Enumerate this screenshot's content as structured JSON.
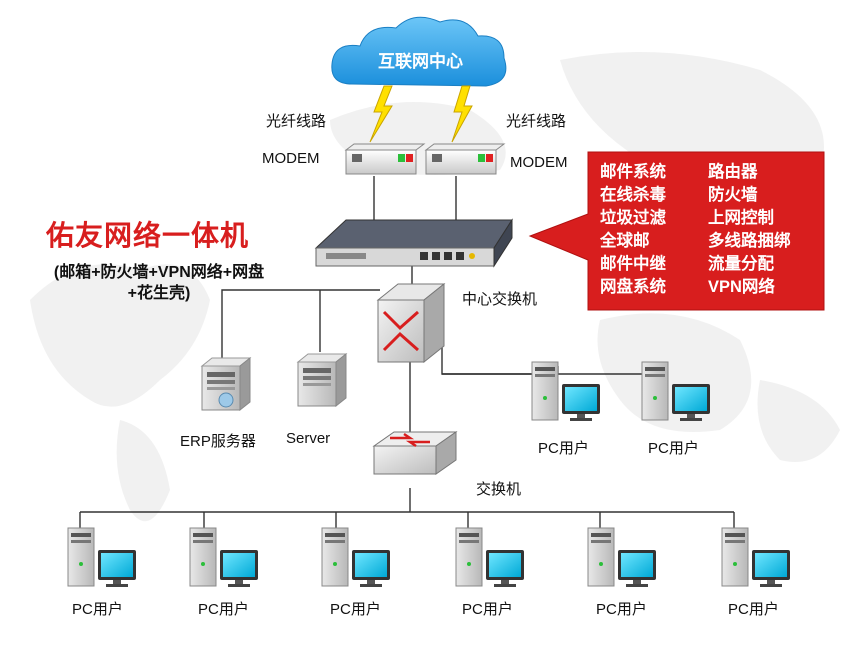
{
  "cloud": {
    "label": "互联网中心"
  },
  "links": {
    "left_fiber": "光纤线路",
    "right_fiber": "光纤线路"
  },
  "modem": {
    "left_label": "MODEM",
    "right_label": "MODEM"
  },
  "product": {
    "title": "佑友网络一体机",
    "subtitle_line1": "(邮箱+防火墙+VPN网络+网盘",
    "subtitle_line2": "+花生壳)"
  },
  "features": [
    "邮件系统",
    "路由器",
    "在线杀毒",
    "防火墙",
    "垃圾过滤",
    "上网控制",
    "全球邮",
    "多线路捆绑",
    "邮件中继",
    "流量分配",
    "网盘系统",
    "VPN网络"
  ],
  "core_switch": {
    "label": "中心交换机"
  },
  "switch": {
    "label": "交换机"
  },
  "servers": {
    "erp": "ERP服务器",
    "server": "Server"
  },
  "pc_label": "PC用户",
  "colors": {
    "accent_red": "#d81e1e",
    "cloud_blue": "#2a9ee6",
    "line": "#333333"
  }
}
